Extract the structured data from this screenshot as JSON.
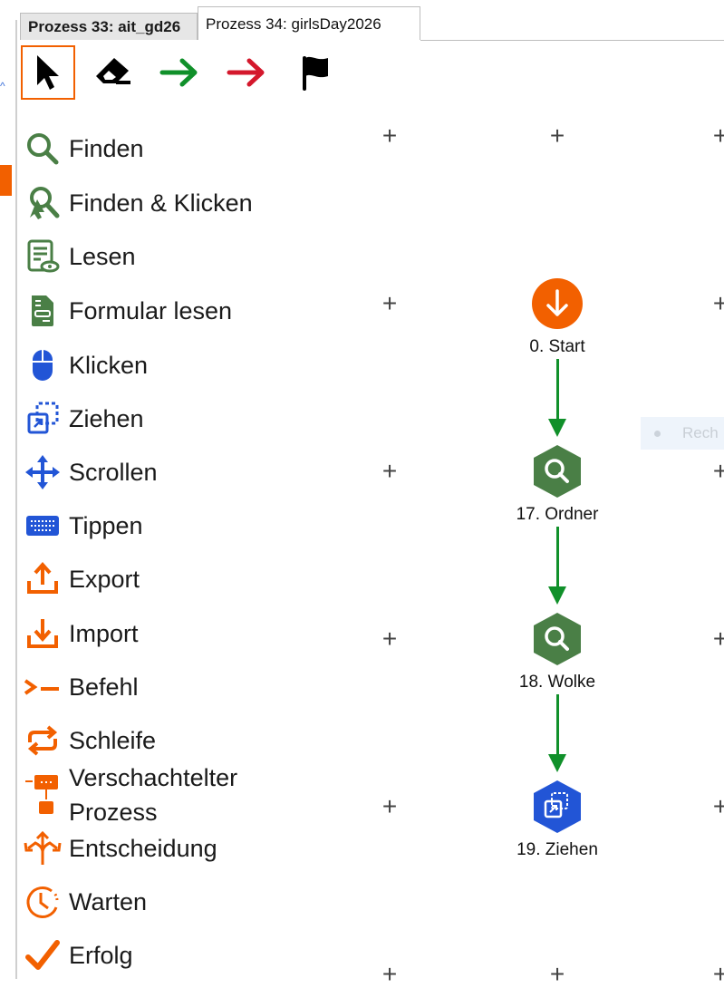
{
  "tabs": [
    {
      "label": "Prozess 33: ait_gd26",
      "active": false
    },
    {
      "label": "Prozess 34: girlsDay2026",
      "active": true
    }
  ],
  "toolbar": [
    {
      "icon": "pointer-icon",
      "selected": true
    },
    {
      "icon": "eraser-icon"
    },
    {
      "icon": "green-arrow-icon",
      "color": "#10902a"
    },
    {
      "icon": "red-arrow-icon",
      "color": "#d4182c"
    },
    {
      "icon": "flag-icon"
    }
  ],
  "palette": [
    {
      "label": "Finden",
      "icon": "search-icon"
    },
    {
      "label": "Finden & Klicken",
      "icon": "search-click-icon"
    },
    {
      "label": "Lesen",
      "icon": "read-document-icon"
    },
    {
      "label": "Formular lesen",
      "icon": "form-icon"
    },
    {
      "label": "Klicken",
      "icon": "mouse-icon"
    },
    {
      "label": "Ziehen",
      "icon": "drag-icon"
    },
    {
      "label": "Scrollen",
      "icon": "move-arrows-icon"
    },
    {
      "label": "Tippen",
      "icon": "keyboard-icon"
    },
    {
      "label": "Export",
      "icon": "upload-icon"
    },
    {
      "label": "Import",
      "icon": "download-icon"
    },
    {
      "label": "Befehl",
      "icon": "terminal-icon"
    },
    {
      "label": "Schleife",
      "icon": "loop-icon"
    },
    {
      "label": "Verschachtelter Prozess",
      "icon": "nested-process-icon"
    },
    {
      "label": "Entscheidung",
      "icon": "decision-icon"
    },
    {
      "label": "Warten",
      "icon": "clock-icon"
    },
    {
      "label": "Erfolg",
      "icon": "checkmark-icon"
    }
  ],
  "flow": {
    "nodes": [
      {
        "label": "0. Start",
        "type": "start",
        "color": "#f26000"
      },
      {
        "label": "17. Ordner",
        "type": "find",
        "color": "#4a7f46"
      },
      {
        "label": "18. Wolke",
        "type": "find",
        "color": "#4a7f46"
      },
      {
        "label": "19. Ziehen",
        "type": "drag",
        "color": "#2255d6"
      }
    ],
    "add_symbol": "+"
  },
  "tooltip": {
    "text": "Rech"
  }
}
